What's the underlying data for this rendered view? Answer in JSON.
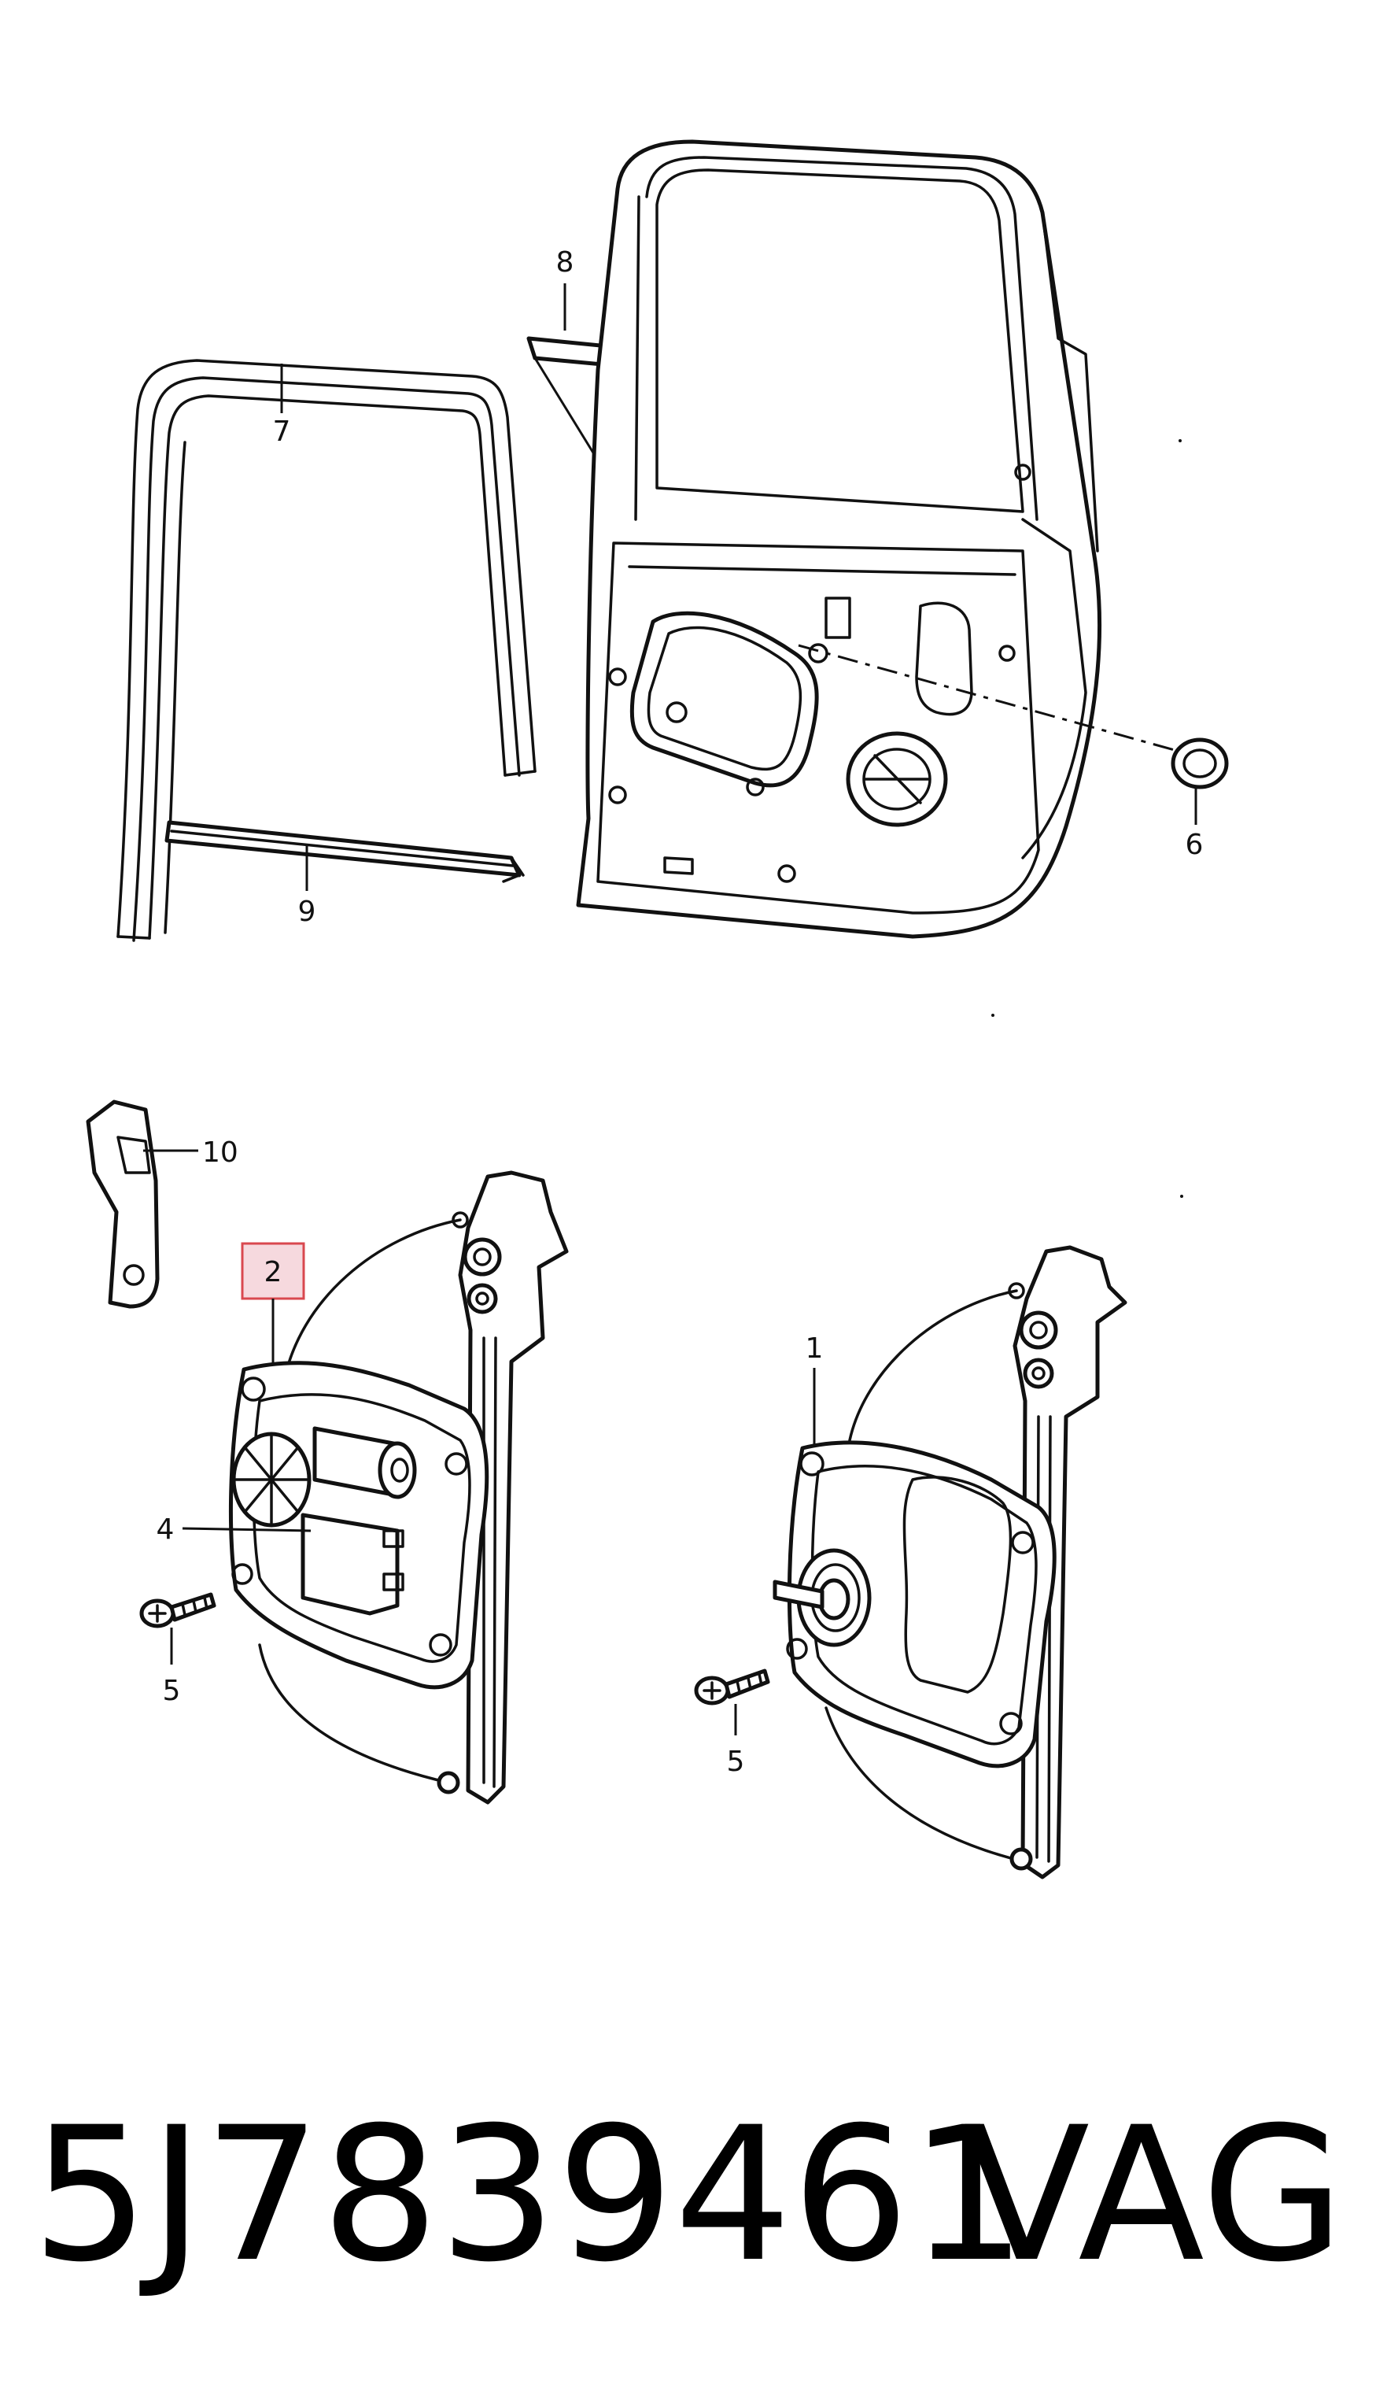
{
  "callouts": {
    "c1": "1",
    "c2": "2",
    "c4": "4",
    "c5a": "5",
    "c5b": "5",
    "c6": "6",
    "c7": "7",
    "c8": "8",
    "c9": "9",
    "c10": "10"
  },
  "highlighted_callout": "2",
  "colors": {
    "line": "#111111",
    "highlight_fill": "#f6d9de",
    "highlight_border": "#d9484f"
  },
  "footer": {
    "part_number": "5J7839461",
    "brand": "VAG"
  }
}
